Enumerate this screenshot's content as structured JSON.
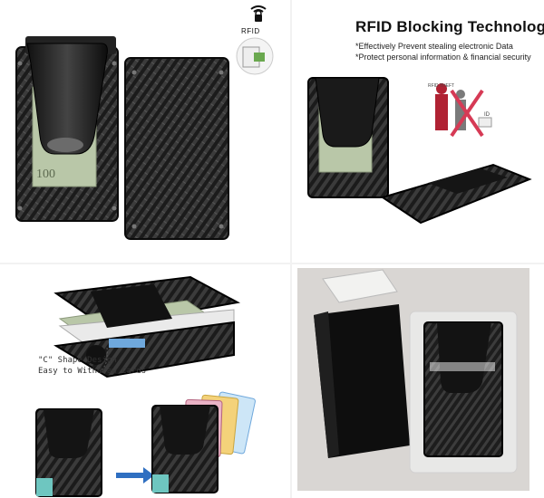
{
  "rfid_logo": {
    "text": "RFID",
    "icon": "rfid-shield-icon"
  },
  "header": {
    "title": "RFID Blocking Technology",
    "lines": [
      "*Effectively Prevent stealing electronic Data",
      "*Protect personal information & financial security"
    ]
  },
  "illustration": {
    "label_top": "RFID THEFT",
    "label_id": "ID"
  },
  "feature": {
    "caption_line1": "\"C\" Shape Design",
    "caption_line2": "Easy to Withdraw Cards"
  },
  "colors": {
    "carbon_dark": "#1a1a1a",
    "carbon_light": "#3a3a3a",
    "money_green": "#b9c7a8",
    "arrow_blue": "#2f6fc1",
    "thief_red": "#b02233",
    "packaging_bg": "#d9d6d3"
  }
}
